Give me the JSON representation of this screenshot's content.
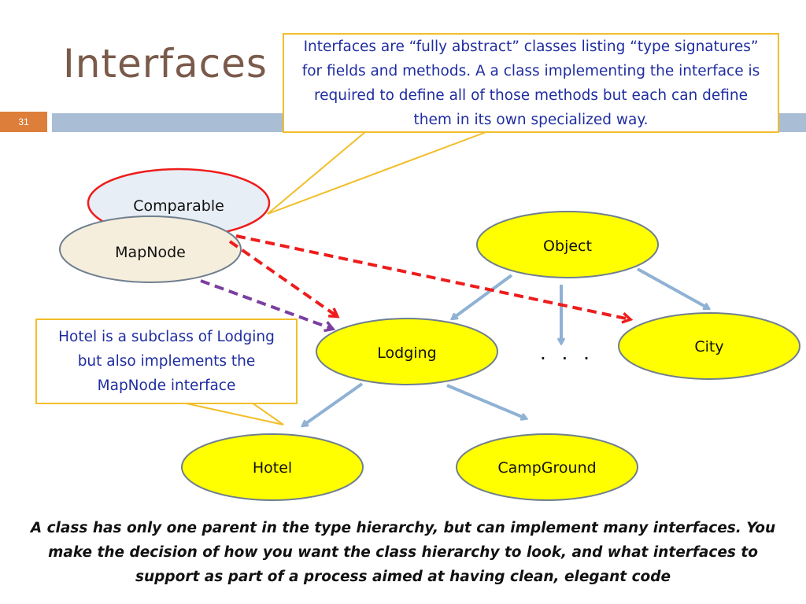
{
  "slide": {
    "title": "Interfaces",
    "number": "31"
  },
  "callouts": {
    "top": "Interfaces are “fully abstract” classes listing “type signatures” for fields and methods. A a class implementing the interface is required to define all of those methods but each can define them in its own specialized way.",
    "left": "Hotel is a subclass of Lodging but also implements the MapNode interface"
  },
  "nodes": {
    "comparable": "Comparable",
    "mapnode": "MapNode",
    "object": "Object",
    "lodging": "Lodging",
    "city": "City",
    "hotel": "Hotel",
    "campground": "CampGround",
    "ellipsis": ". . ."
  },
  "caption": "A class has only one parent in the type hierarchy, but can implement many interfaces.  You make the decision of how you want the class hierarchy to look, and what interfaces to support as part of a process aimed at having clean, elegant code",
  "colors": {
    "title": "#7a5a4a",
    "accent_orange": "#dd7f3b",
    "bar_blue": "#a9bdd4",
    "class_fill": "#ffff00",
    "interface_fill": "#f5eedc",
    "comparable_fill": "#e8eef5",
    "red_arrow": "#ee1c1c",
    "purple_arrow": "#7b3fa0",
    "blue_arrow": "#8fb2d4",
    "callout_border": "#f2be2a",
    "callout_text": "#1f2da0"
  }
}
